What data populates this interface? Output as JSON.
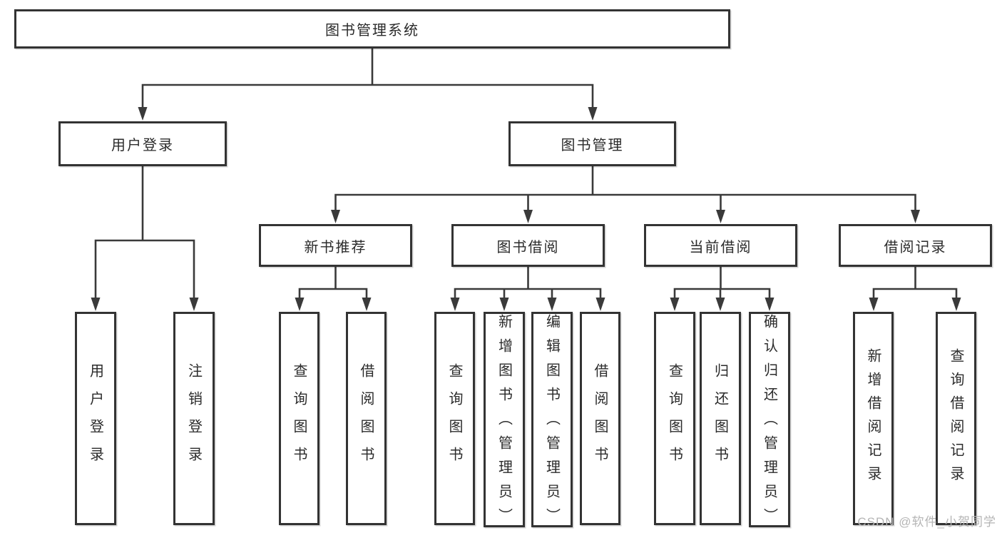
{
  "colors": {
    "line": "#3a3a3a",
    "box_border": "#333333",
    "text": "#2b2b2b",
    "watermark": "#b5b5b5",
    "background": "#ffffff"
  },
  "tree": {
    "label": "图书管理系统",
    "children": [
      {
        "label": "用户登录",
        "children": [
          {
            "label": "用户登录"
          },
          {
            "label": "注销登录"
          }
        ]
      },
      {
        "label": "图书管理",
        "children": [
          {
            "label": "新书推荐",
            "children": [
              {
                "label": "查询图书"
              },
              {
                "label": "借阅图书"
              }
            ]
          },
          {
            "label": "图书借阅",
            "children": [
              {
                "label": "查询图书"
              },
              {
                "label": "新增图书（管理员）"
              },
              {
                "label": "编辑图书（管理员）"
              },
              {
                "label": "借阅图书"
              }
            ]
          },
          {
            "label": "当前借阅",
            "children": [
              {
                "label": "查询图书"
              },
              {
                "label": "归还图书"
              },
              {
                "label": "确认归还（管理员）"
              }
            ]
          },
          {
            "label": "借阅记录",
            "children": [
              {
                "label": "新增借阅记录"
              },
              {
                "label": "查询借阅记录"
              }
            ]
          }
        ]
      }
    ]
  },
  "watermark": {
    "text": "CSDN @软件_小贺同学"
  }
}
